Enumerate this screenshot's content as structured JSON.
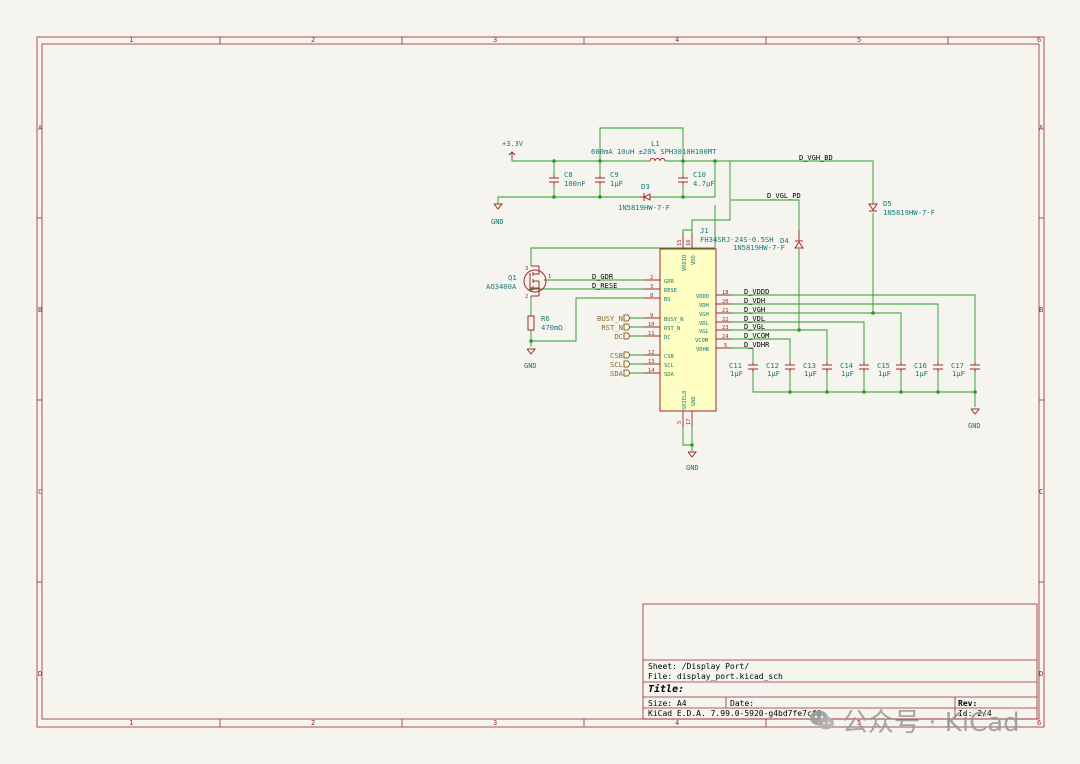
{
  "frame": {
    "columns": [
      "1",
      "2",
      "3",
      "4",
      "5",
      "6"
    ],
    "rows": [
      "A",
      "B",
      "C",
      "D"
    ]
  },
  "title_block": {
    "sheet": "Sheet: /Display Port/",
    "file": "File: display_port.kicad_sch",
    "title": "Title:",
    "size": "Size: A4",
    "date": "Date:",
    "rev": "Rev:",
    "tool": "KiCad E.D.A. 7.99.0-5920-g4bd7fe7cf0",
    "id": "Id: 2/4"
  },
  "watermark": {
    "text": "公众号 · KiCad",
    "icon": "wechat-icon"
  },
  "power": {
    "vcc": "+3.3V",
    "gnd": "GND"
  },
  "components": {
    "L1": {
      "ref": "L1",
      "value": "600mA 10uH ±20% SPH3010H100MT"
    },
    "C8": {
      "ref": "C8",
      "value": "100nF"
    },
    "C9": {
      "ref": "C9",
      "value": "1µF"
    },
    "C10": {
      "ref": "C10",
      "value": "4.7µF"
    },
    "D3": {
      "ref": "D3",
      "value": "1N5819HW-7-F"
    },
    "D4": {
      "ref": "D4",
      "value": "1N5819HW-7-F"
    },
    "D5": {
      "ref": "D5",
      "value": "1N5819HW-7-F"
    },
    "Q1": {
      "ref": "Q1",
      "value": "AO3400A"
    },
    "R6": {
      "ref": "R6",
      "value": "470mΩ"
    },
    "J1": {
      "ref": "J1",
      "value": "FH34SRJ-24S-0.5SH"
    },
    "caps": [
      {
        "ref": "C11",
        "value": "1µF"
      },
      {
        "ref": "C12",
        "value": "1µF"
      },
      {
        "ref": "C13",
        "value": "1µF"
      },
      {
        "ref": "C14",
        "value": "1µF"
      },
      {
        "ref": "C15",
        "value": "1µF"
      },
      {
        "ref": "C16",
        "value": "1µF"
      },
      {
        "ref": "C17",
        "value": "1µF"
      }
    ]
  },
  "q1_pins": [
    "1",
    "3",
    "2"
  ],
  "j1_left_pins": [
    {
      "num": "2",
      "name": "GDR"
    },
    {
      "num": "3",
      "name": "RESE"
    },
    {
      "num": "8",
      "name": "BS"
    },
    {
      "num": "9",
      "name": "BUSY_N"
    },
    {
      "num": "10",
      "name": "RST_N"
    },
    {
      "num": "11",
      "name": "DC"
    },
    {
      "num": "12",
      "name": "CSB"
    },
    {
      "num": "13",
      "name": "SCL"
    },
    {
      "num": "14",
      "name": "SDA"
    }
  ],
  "j1_right_pins": [
    {
      "num": "18",
      "name": "VDDD",
      "net": "D_VDDD"
    },
    {
      "num": "20",
      "name": "VDH",
      "net": "D_VDH"
    },
    {
      "num": "21",
      "name": "VGH",
      "net": "D_VGH"
    },
    {
      "num": "22",
      "name": "VDL",
      "net": "D_VDL"
    },
    {
      "num": "23",
      "name": "VGL",
      "net": "D_VGL"
    },
    {
      "num": "24",
      "name": "VCOM",
      "net": "D_VCOM"
    },
    {
      "num": "5",
      "name": "VDHR",
      "net": "D_VDHR"
    }
  ],
  "j1_top_pins": [
    {
      "num": "15",
      "name": "VDDIO"
    },
    {
      "num": "16",
      "name": "VDD"
    }
  ],
  "j1_bottom_pins": [
    {
      "num": "S",
      "name": "SHIELD"
    },
    {
      "num": "17",
      "name": "GND"
    }
  ],
  "nets": {
    "gdr": "D_GDR",
    "rese": "D_RESE",
    "vgh_bd": "D_VGH_BD",
    "vgl_pd": "D_VGL_PD"
  },
  "labels": [
    "BUSY_N",
    "RST_N",
    "DC",
    "CSB",
    "SCL",
    "SDA"
  ],
  "colors": {
    "wire": "#2a9a2a",
    "frame": "#9c2a2a",
    "symbol_body": "#fffec2",
    "symbol_line": "#a12a2a",
    "ref_text": "#127a7a",
    "label_text": "#8c6a28",
    "net_text": "#000000",
    "pin_text": "#a12a2a"
  }
}
